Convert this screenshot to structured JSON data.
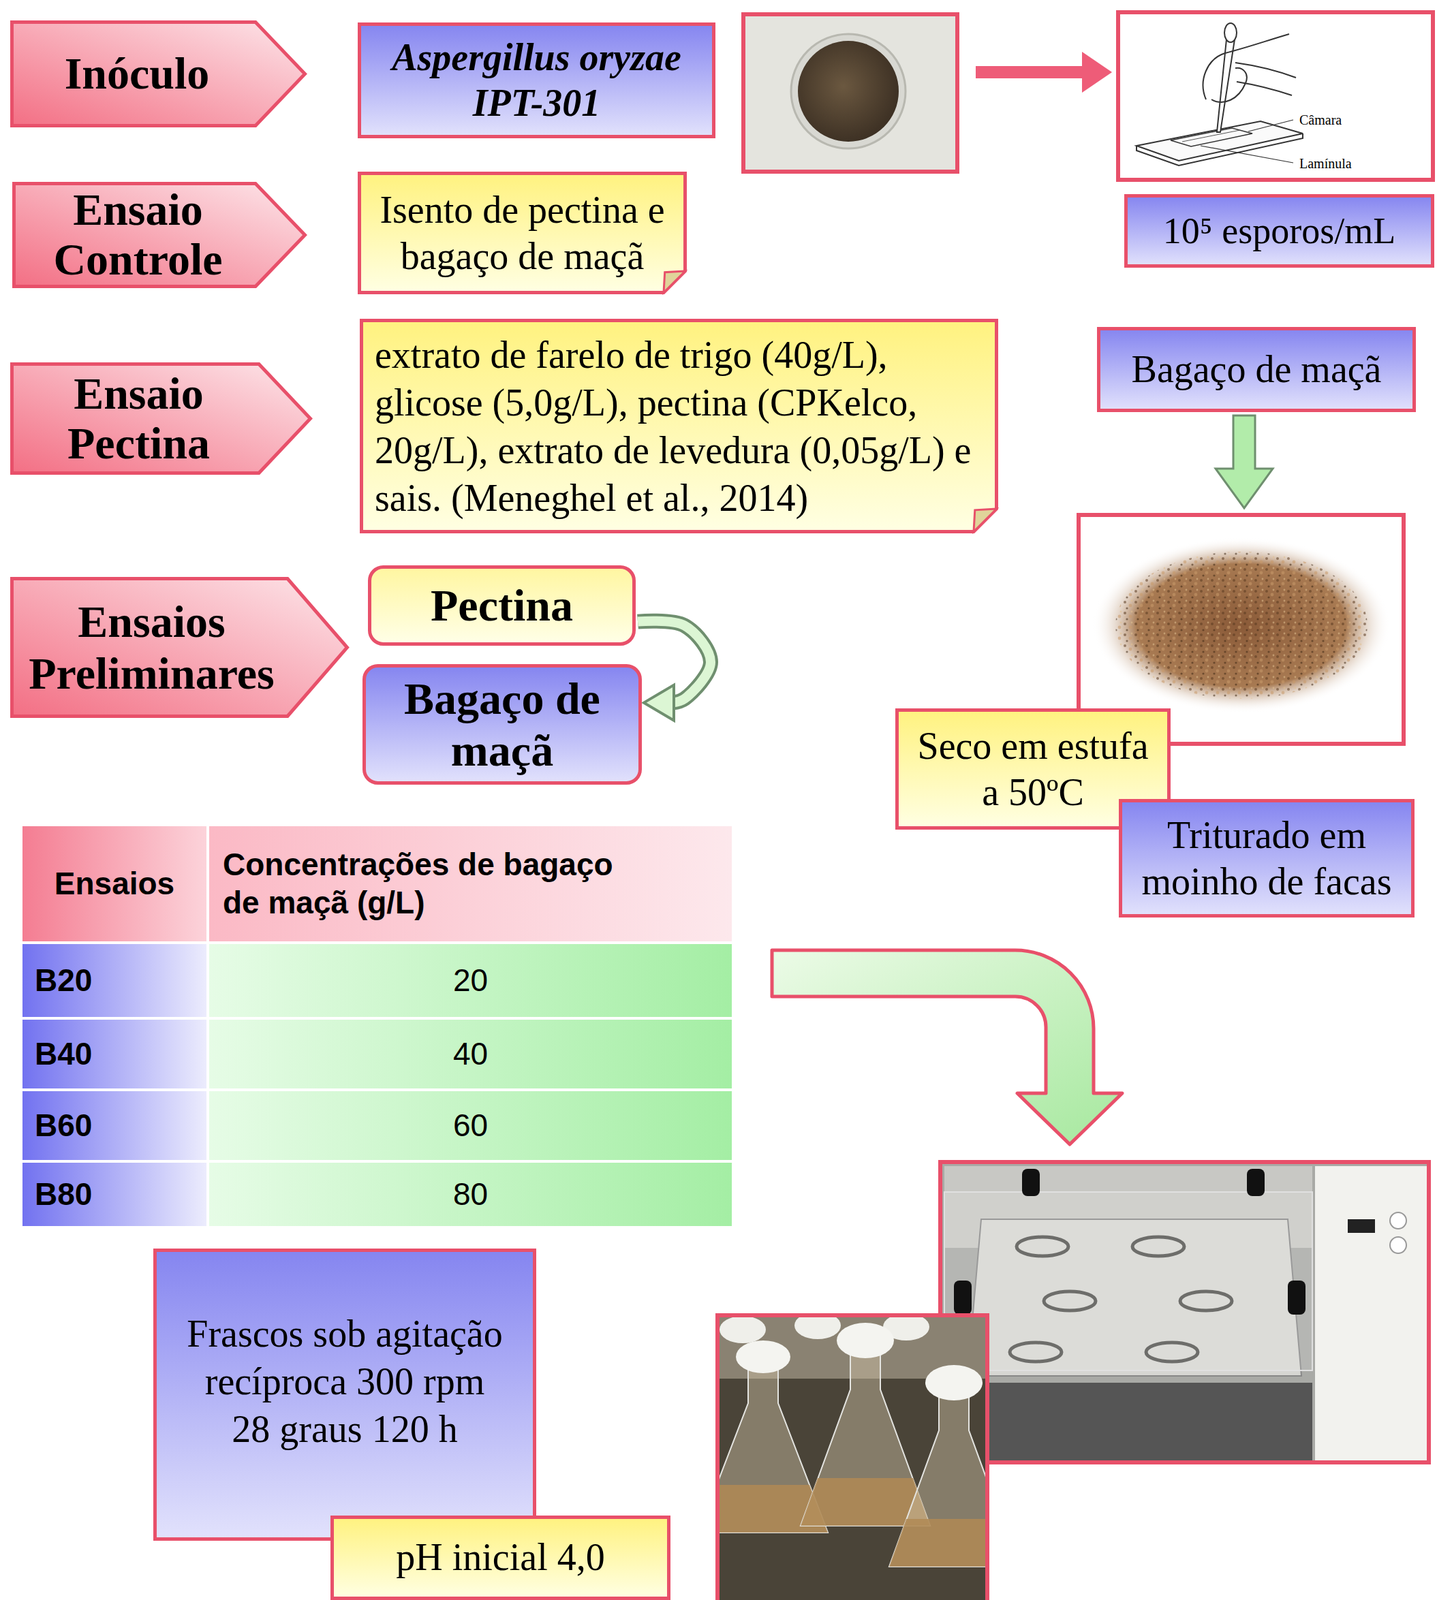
{
  "diagram": {
    "nodes": [
      {
        "text": [
          "Inóculo"
        ]
      },
      {
        "text": [
          "Aspergillus oryzae IPT-301"
        ]
      },
      {
        "text": [
          "10⁵ esporos/mL"
        ]
      },
      {
        "text": [
          "Ensaio Controle"
        ]
      },
      {
        "text": [
          "Isento de pectina e bagaço de maçã"
        ]
      },
      {
        "text": [
          "Bagaço de maçã"
        ]
      },
      {
        "text": [
          "Ensaio Pectina"
        ]
      },
      {
        "text": [
          "extrato de farelo de trigo (40g/L), glicose (5,0g/L), pectina (CPKelco, 20g/L), extrato de levedura (0,05g/L) e sais. (Meneghel et al., 2014)"
        ]
      },
      {
        "text": [
          "Ensaios Preliminares"
        ]
      },
      {
        "text": [
          "Pectina"
        ]
      },
      {
        "text": [
          "Bagaço de maçã"
        ]
      },
      {
        "text": [
          "Seco em estufa a 50ºC"
        ]
      },
      {
        "text": [
          "Triturado em moinho de facas"
        ]
      },
      {
        "text": [
          "Frascos sob agitação recíproca 300 rpm 28 graus 120 h"
        ]
      },
      {
        "text": [
          "pH inicial 4,0"
        ]
      }
    ],
    "edges": [
      {
        "from": 9,
        "to": 10,
        "arrow": "to"
      }
    ],
    "labels": [
      "Câmara",
      "Lamínula",
      "Ensaios",
      "Concentrações de bagaço de maçã (g/L)",
      "B20",
      "20",
      "B40",
      "40",
      "B60",
      "60",
      "B80",
      "80"
    ]
  }
}
